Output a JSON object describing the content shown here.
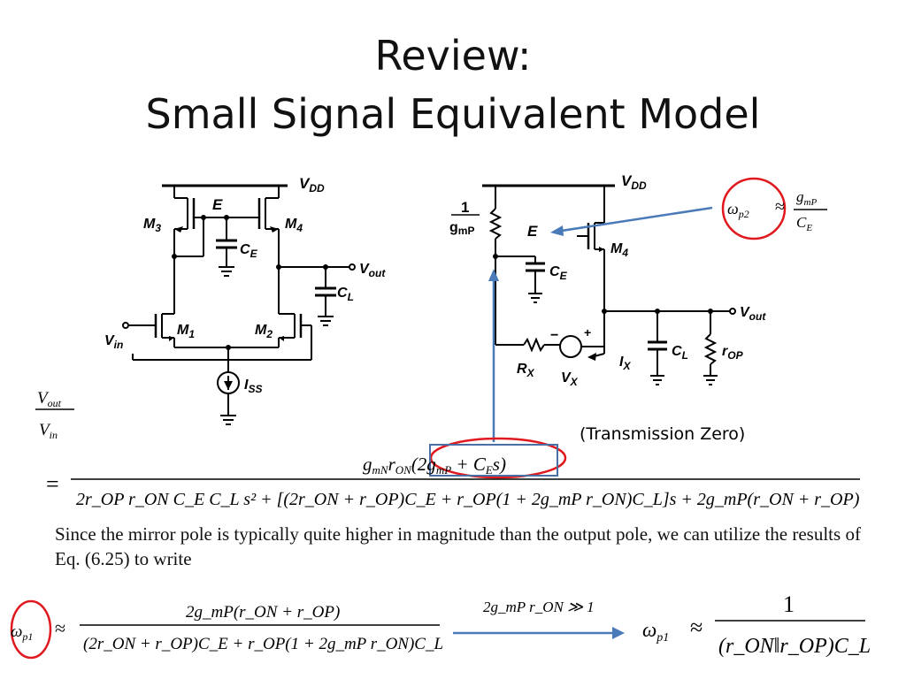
{
  "slide": {
    "title_line1": "Review:",
    "title_line2": "Small Signal Equivalent Model",
    "annotation": "(Transmission Zero)",
    "paragraph": "Since the mirror pole is typically quite higher in magnitude than the output pole, we can utilize the results of Eq. (6.25) to write"
  },
  "circuit_left": {
    "vdd": "V",
    "vdd_sub": "DD",
    "e": "E",
    "m3": "M",
    "m3_sub": "3",
    "m4": "M",
    "m4_sub": "4",
    "m1": "M",
    "m1_sub": "1",
    "m2": "M",
    "m2_sub": "2",
    "ce": "C",
    "ce_sub": "E",
    "cl": "C",
    "cl_sub": "L",
    "vout": "V",
    "vout_sub": "out",
    "vin": "V",
    "vin_sub": "in",
    "iss": "I",
    "iss_sub": "SS"
  },
  "circuit_right": {
    "vdd": "V",
    "vdd_sub": "DD",
    "one": "1",
    "gmp": "g",
    "gmp_sub": "mP",
    "e": "E",
    "m4": "M",
    "m4_sub": "4",
    "ce": "C",
    "ce_sub": "E",
    "vout": "V",
    "vout_sub": "out",
    "rx": "R",
    "rx_sub": "X",
    "vx": "V",
    "vx_sub": "X",
    "ix": "I",
    "ix_sub": "X",
    "cl": "C",
    "cl_sub": "L",
    "rop": "r",
    "rop_sub": "OP",
    "minus": "−",
    "plus": "+"
  },
  "equations": {
    "wp2_lhs": "ω",
    "wp2_lhs_sub": "p2",
    "approx": "≈",
    "wp2_num": "g",
    "wp2_num_sub": "mP",
    "wp2_den": "C",
    "wp2_den_sub": "E",
    "tf_num": "V",
    "tf_num_sub": "out",
    "tf_den": "V",
    "tf_den_sub": "in",
    "equals": "=",
    "main_num_a": "g",
    "main_num_a_sub": "mN",
    "main_num_b": "r",
    "main_num_b_sub": "ON",
    "zero_text": "(2g",
    "zero_sub": "mP",
    "zero_rest": " + C",
    "zero_sub2": "E",
    "zero_end": "s)",
    "main_den": "2r_OP r_ON C_E C_L s² + [(2r_ON + r_OP)C_E + r_OP(1 + 2g_mP r_ON)C_L]s + 2g_mP(r_ON + r_OP)",
    "wp1_lhs": "ω",
    "wp1_lhs_sub": "p1",
    "wp1_num": "2g_mP(r_ON + r_OP)",
    "wp1_den": "(2r_ON + r_OP)C_E + r_OP(1 + 2g_mP r_ON)C_L",
    "condition": "2g_mP r_ON ≫ 1",
    "wp1s_num": "1",
    "wp1s_den": "(r_ON‖r_OP)C_L"
  },
  "colors": {
    "arrow": "#4a7ab8",
    "circle": "#e0191f",
    "box": "#4a6fa5",
    "ink": "#000000"
  }
}
